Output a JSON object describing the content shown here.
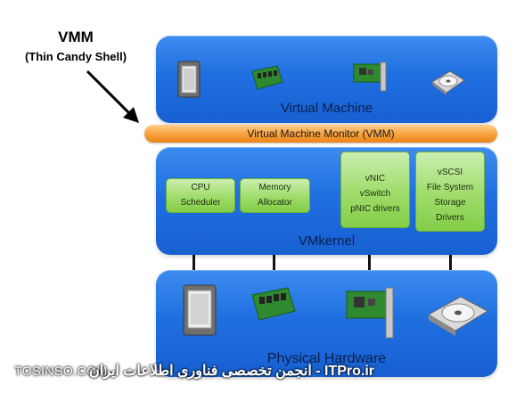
{
  "annotation": {
    "title": "VMM",
    "subtitle": "(Thin Candy Shell)"
  },
  "virtual_machine": {
    "label": "Virtual Machine",
    "icons": [
      "cpu-icon",
      "memory-icon",
      "nic-icon",
      "disk-icon"
    ]
  },
  "vmm_bar": {
    "label": "Virtual Machine Monitor (VMM)"
  },
  "vmkernel": {
    "label": "VMkernel",
    "boxes": {
      "cpu": [
        "CPU",
        "Scheduler"
      ],
      "memory": [
        "Memory",
        "Allocator"
      ],
      "network": [
        "vNIC",
        "vSwitch",
        "pNIC drivers"
      ],
      "storage": [
        "vSCSI",
        "File System",
        "Storage",
        "Drivers"
      ]
    }
  },
  "physical_hardware": {
    "label": "Physical Hardware",
    "icons": [
      "cpu-icon",
      "memory-icon",
      "nic-icon",
      "disk-icon"
    ]
  },
  "footer": {
    "left": "TOSINSO.COM",
    "right": "ITPro.ir - انجمن تخصصی فناوری اطلاعات ایران"
  },
  "colors": {
    "panel": "#1f6fe0",
    "vmm_bar": "#f7a441",
    "module": "#9fdc6a"
  }
}
